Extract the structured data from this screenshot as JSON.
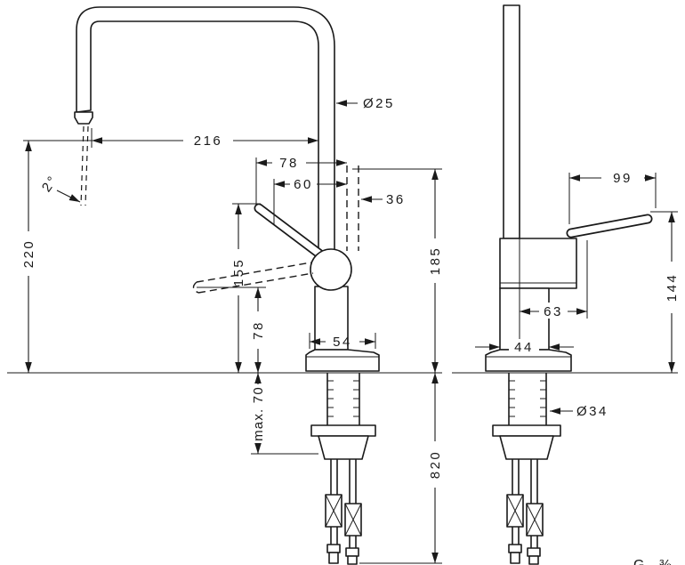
{
  "drawing": {
    "type": "technical-dimension-drawing",
    "subject": "single-lever kitchen mixer tap, front elevation and side elevation",
    "units": "mm"
  },
  "front": {
    "dims": {
      "spout_dia": "Ø25",
      "reach": "216",
      "h78": "78",
      "h60": "60",
      "h36": "36",
      "angle": "2°",
      "height220": "220",
      "v155": "155",
      "v78": "78",
      "v185": "185",
      "w54": "54",
      "max70": "max. 70",
      "v820": "820"
    }
  },
  "side": {
    "dims": {
      "w99": "99",
      "v144": "144",
      "w63": "63",
      "w44": "44",
      "shank_dia": "Ø34"
    }
  },
  "partial_label": "G ⅜",
  "colors": {
    "line": "#1a1a1a",
    "bg": "#ffffff"
  }
}
